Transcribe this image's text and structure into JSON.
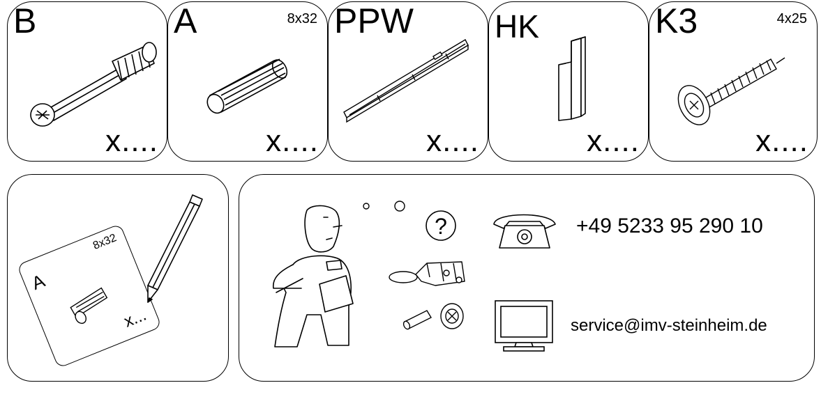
{
  "parts": [
    {
      "code": "B",
      "size": "",
      "qty": "x....",
      "icon": "cam-bolt-icon"
    },
    {
      "code": "A",
      "size": "8x32",
      "qty": "x....",
      "icon": "wooden-dowel-icon"
    },
    {
      "code": "PPW",
      "size": "",
      "qty": "x....",
      "icon": "drawer-runner-icon"
    },
    {
      "code": "HK",
      "size": "",
      "qty": "x....",
      "icon": "hook-bracket-icon"
    },
    {
      "code": "K3",
      "size": "4x25",
      "qty": "x....",
      "icon": "wood-screw-icon"
    }
  ],
  "count_card": {
    "code": "A",
    "size": "8x32",
    "qty": "x..."
  },
  "service": {
    "phone": "+49 5233 95 290 10",
    "email": "service@imv-steinheim.de"
  }
}
